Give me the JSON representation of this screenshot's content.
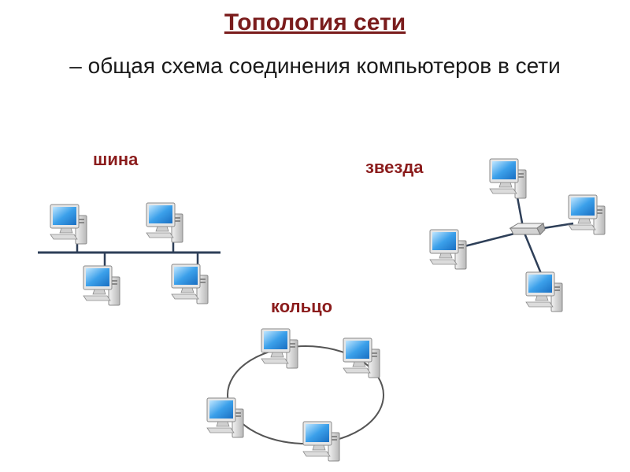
{
  "title": "Топология сети",
  "subtitle": "– общая схема соединения компьютеров в сети",
  "topologies": {
    "bus_label": "шина",
    "star_label": "звезда",
    "ring_label": "кольцо"
  },
  "icons": {
    "computer": "computer-icon",
    "hub": "hub-icon"
  },
  "colors": {
    "title": "#7a1c1c",
    "label": "#8b1c1c",
    "line": "#2e3f58",
    "ring": "#555555"
  }
}
